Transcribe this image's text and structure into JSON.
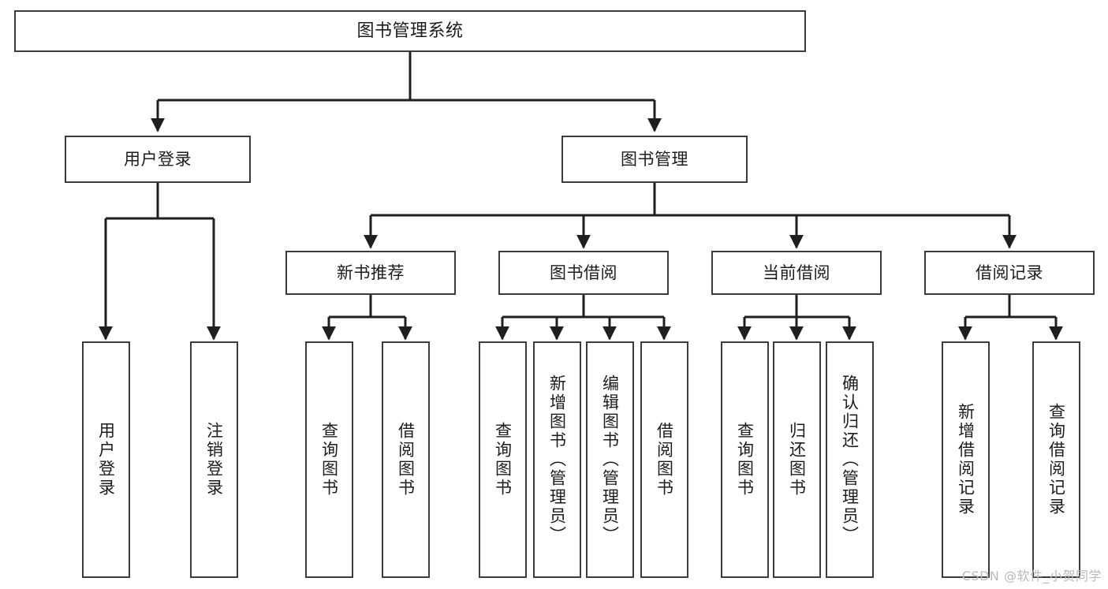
{
  "diagram": {
    "title": "图书管理系统",
    "type": "functional-structure-tree",
    "watermark": "CSDN @软件_小贺同学",
    "colors": {
      "background": "#ffffff",
      "box_border": "#3b3b3b",
      "connector": "#1f1f1f",
      "text": "#1c1c1c",
      "watermark": "#b9b9b9"
    },
    "levels": {
      "level1": [
        {
          "id": "root",
          "label": "图书管理系统"
        }
      ],
      "level2": [
        {
          "id": "user-login",
          "label": "用户登录"
        },
        {
          "id": "book-manage",
          "label": "图书管理"
        }
      ],
      "level3": [
        {
          "id": "new-book-recommend",
          "label": "新书推荐"
        },
        {
          "id": "book-borrow",
          "label": "图书借阅"
        },
        {
          "id": "current-borrow",
          "label": "当前借阅"
        },
        {
          "id": "borrow-record",
          "label": "借阅记录"
        }
      ],
      "level4": [
        {
          "id": "leaf-user-login",
          "label": "用户登录",
          "parent": "user-login"
        },
        {
          "id": "leaf-user-logout",
          "label": "注销登录",
          "parent": "user-login"
        },
        {
          "id": "leaf-query-book-1",
          "label": "查询图书",
          "parent": "new-book-recommend"
        },
        {
          "id": "leaf-borrow-book-1",
          "label": "借阅图书",
          "parent": "new-book-recommend"
        },
        {
          "id": "leaf-query-book-2",
          "label": "查询图书",
          "parent": "book-borrow"
        },
        {
          "id": "leaf-add-book",
          "label": "新增图书（管理员）",
          "parent": "book-borrow"
        },
        {
          "id": "leaf-edit-book",
          "label": "编辑图书（管理员）",
          "parent": "book-borrow"
        },
        {
          "id": "leaf-borrow-book-2",
          "label": "借阅图书",
          "parent": "book-borrow"
        },
        {
          "id": "leaf-query-book-3",
          "label": "查询图书",
          "parent": "current-borrow"
        },
        {
          "id": "leaf-return-book",
          "label": "归还图书",
          "parent": "current-borrow"
        },
        {
          "id": "leaf-confirm-return",
          "label": "确认归还（管理员）",
          "parent": "current-borrow"
        },
        {
          "id": "leaf-add-record",
          "label": "新增借阅记录",
          "parent": "borrow-record"
        },
        {
          "id": "leaf-query-record",
          "label": "查询借阅记录",
          "parent": "borrow-record"
        }
      ]
    }
  }
}
